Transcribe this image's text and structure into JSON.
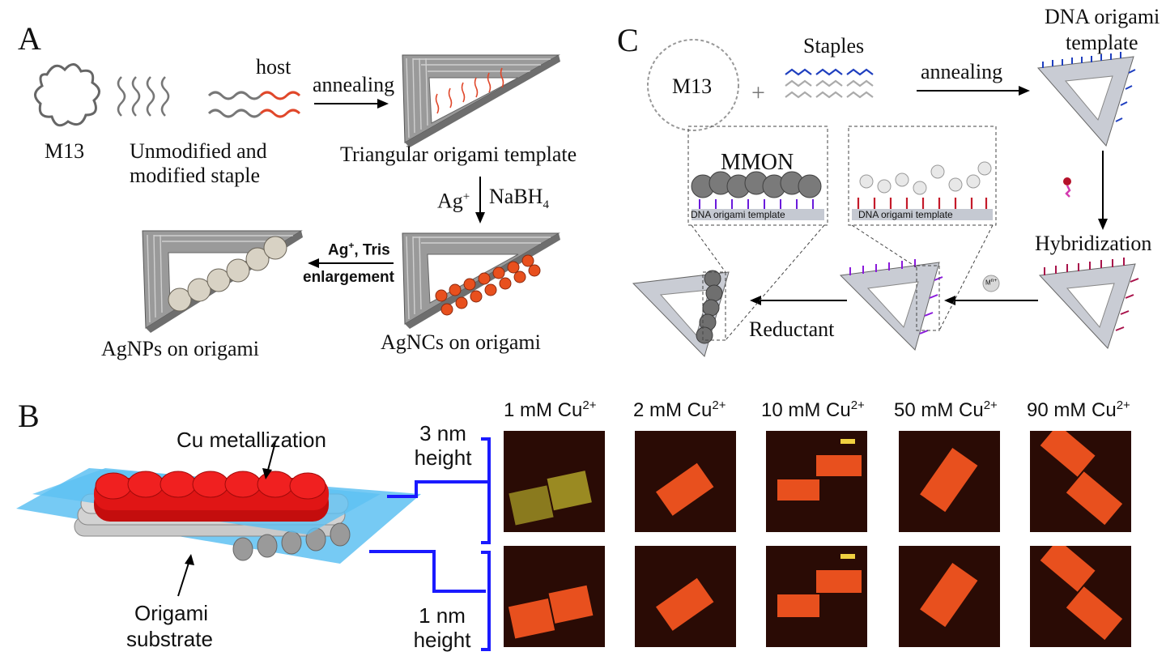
{
  "panel_a": {
    "letter": "A",
    "m13_label": "M13",
    "staple_label_line1": "Unmodified and",
    "staple_label_line2": "modified  staple",
    "host_label": "host",
    "annealing_label": "annealing",
    "template_label": "Triangular origami template",
    "ag_plus": "Ag",
    "ag_plus_sup": "+",
    "nabh4": "NaBH",
    "nabh4_sub": "4",
    "enlarge_line1": "Ag",
    "enlarge_line1_sup": "+",
    "enlarge_line1_rest": ", Tris",
    "enlarge_line2": "enlargement",
    "agnps_label": "AgNPs on origami",
    "agncs_label": "AgNCs on origami"
  },
  "panel_b": {
    "letter": "B",
    "cu_metallization": "Cu metallization",
    "origami_line1": "Origami",
    "origami_line2": "substrate",
    "height3_line1": "3 nm",
    "height3_line2": "height",
    "height1_line1": "1 nm",
    "height1_line2": "height",
    "concentrations": [
      {
        "value": "1 mM Cu",
        "sup": "2+"
      },
      {
        "value": "2 mM Cu",
        "sup": "2+"
      },
      {
        "value": "10 mM Cu",
        "sup": "2+"
      },
      {
        "value": "50 mM Cu",
        "sup": "2+"
      },
      {
        "value": "90 mM Cu",
        "sup": "2+"
      }
    ]
  },
  "panel_c": {
    "letter": "C",
    "m13_label": "M13",
    "plus": "+",
    "staples_label": "Staples",
    "annealing_label": "annealing",
    "template_line1": "DNA origami",
    "template_line2": "template",
    "mmon_label": "MMON",
    "dna_template_inset1": "DNA origami template",
    "dna_template_inset2": "DNA origami template",
    "hybridization_label": "Hybridization",
    "reductant_label": "Reductant",
    "metal_ion": "M",
    "metal_ion_sup": "n+"
  },
  "colors": {
    "origami_gray": "#8c8c8c",
    "red_strand": "#e0472a",
    "blue_strand": "#1f3fbf",
    "cu_red": "#d11010",
    "substrate_blue": "#46b4ee",
    "bracket_blue": "#1a1aff",
    "afm_bg": "#2a0b05",
    "afm_orange": "#e8501e"
  }
}
